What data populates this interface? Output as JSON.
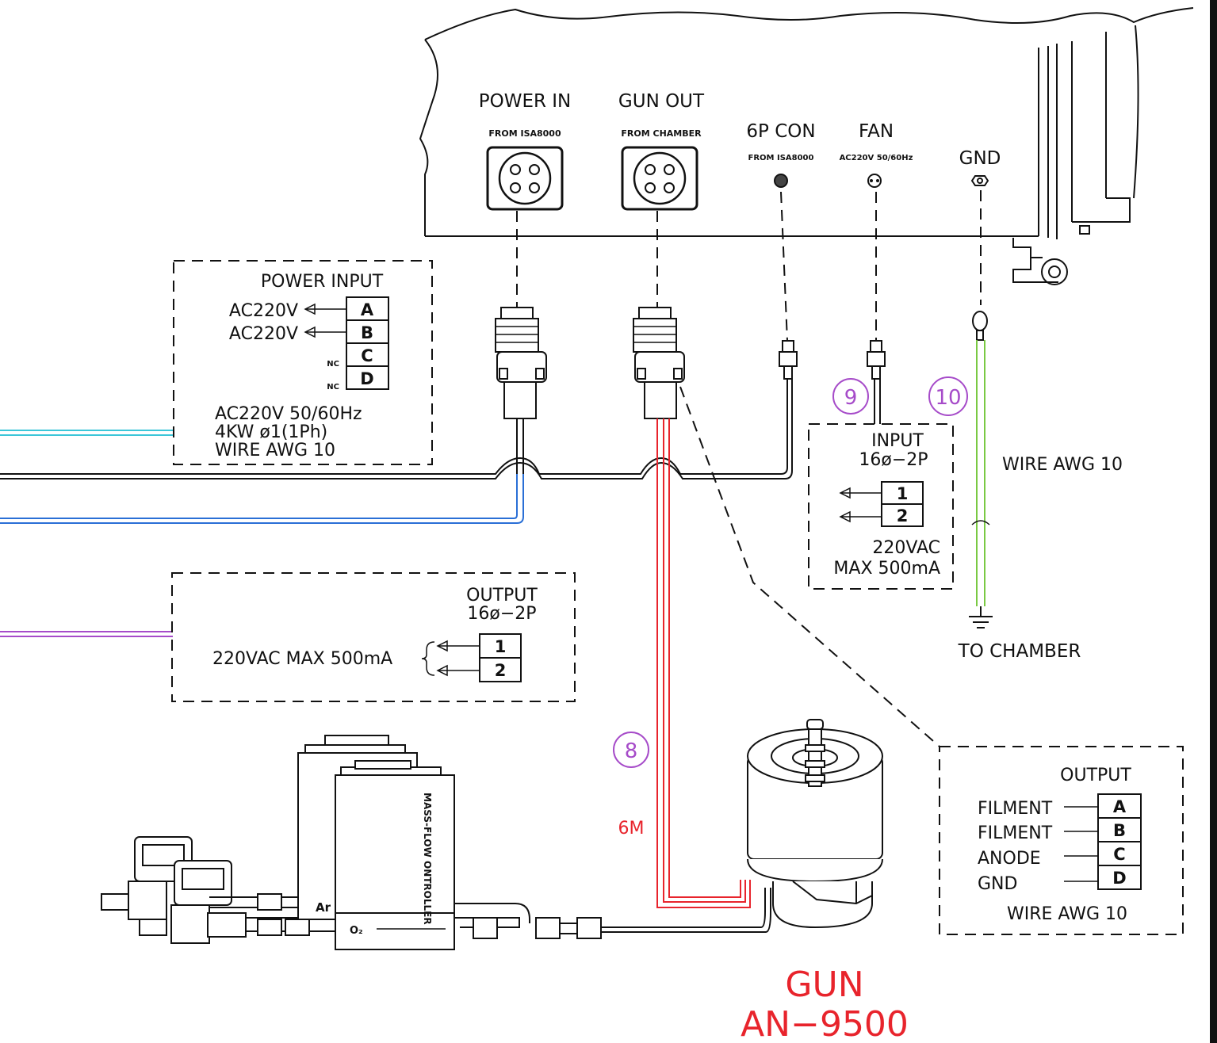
{
  "equipment": {
    "power_in": {
      "title": "POWER IN",
      "sub": "FROM ISA8000"
    },
    "gun_out": {
      "title": "GUN OUT",
      "sub": "FROM CHAMBER"
    },
    "con_6p": {
      "title": "6P CON",
      "sub": "FROM ISA8000"
    },
    "fan": {
      "title": "FAN",
      "sub": "AC220V 50/60Hz"
    },
    "gnd": {
      "title": "GND"
    }
  },
  "power_input": {
    "title": "POWER INPUT",
    "rows": [
      {
        "pin": "A",
        "label": "AC220V"
      },
      {
        "pin": "B",
        "label": "AC220V"
      },
      {
        "pin": "C",
        "label": "NC"
      },
      {
        "pin": "D",
        "label": "NC"
      }
    ],
    "notes": [
      "AC220V 50/60Hz",
      "4KW ø1(1Ph)",
      "WIRE AWG 10"
    ]
  },
  "output_left": {
    "title_1": "OUTPUT",
    "title_2": "16ø−2P",
    "pins": [
      "1",
      "2"
    ],
    "label": "220VAC MAX 500mA"
  },
  "fan_input": {
    "title_1": "INPUT",
    "title_2": "16ø−2P",
    "pins": [
      "1",
      "2"
    ],
    "note_1": "220VAC",
    "note_2": "MAX 500mA"
  },
  "gun_output": {
    "title": "OUTPUT",
    "rows": [
      {
        "pin": "A",
        "label": "FILMENT"
      },
      {
        "pin": "B",
        "label": "FILMENT"
      },
      {
        "pin": "C",
        "label": "ANODE"
      },
      {
        "pin": "D",
        "label": "GND"
      }
    ],
    "note": "WIRE AWG 10"
  },
  "callouts": [
    "8",
    "9",
    "10"
  ],
  "cable_length": "6M",
  "wire_label": "WIRE AWG 10",
  "to_chamber": "TO CHAMBER",
  "mfc": {
    "label": "MASS-FLOW ONTROLLER",
    "gas_1": "Ar",
    "gas_2": "O₂"
  },
  "gun": {
    "title": "GUN",
    "model": "AN−9500"
  },
  "colors": {
    "red": "#e8242c",
    "purple": "#a64bc9",
    "green": "#7ac943",
    "cyan": "#3cc6d8",
    "blue": "#2a6fd6"
  }
}
